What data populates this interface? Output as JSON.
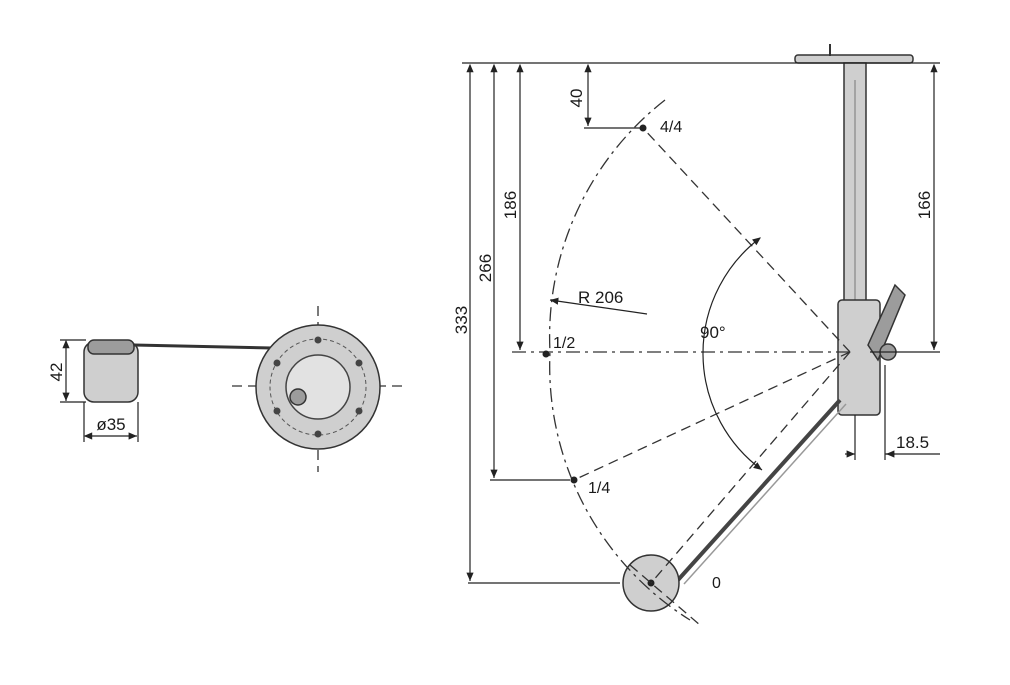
{
  "side_view": {
    "height_label": "42",
    "diameter_label": "ø35"
  },
  "main_view": {
    "total_length_label": "333",
    "length_266_label": "266",
    "length_186_label": "186",
    "offset_40_label": "40",
    "flange_length_label": "166",
    "offset_18_label": "18.5",
    "radius_label": "R 206",
    "angle_label": "90°",
    "positions": [
      "4/4",
      "1/2",
      "1/4",
      "0"
    ]
  },
  "colors": {
    "line": "#222222",
    "part_fill": "#cfcfcf",
    "part_dark": "#9c9c9c"
  }
}
